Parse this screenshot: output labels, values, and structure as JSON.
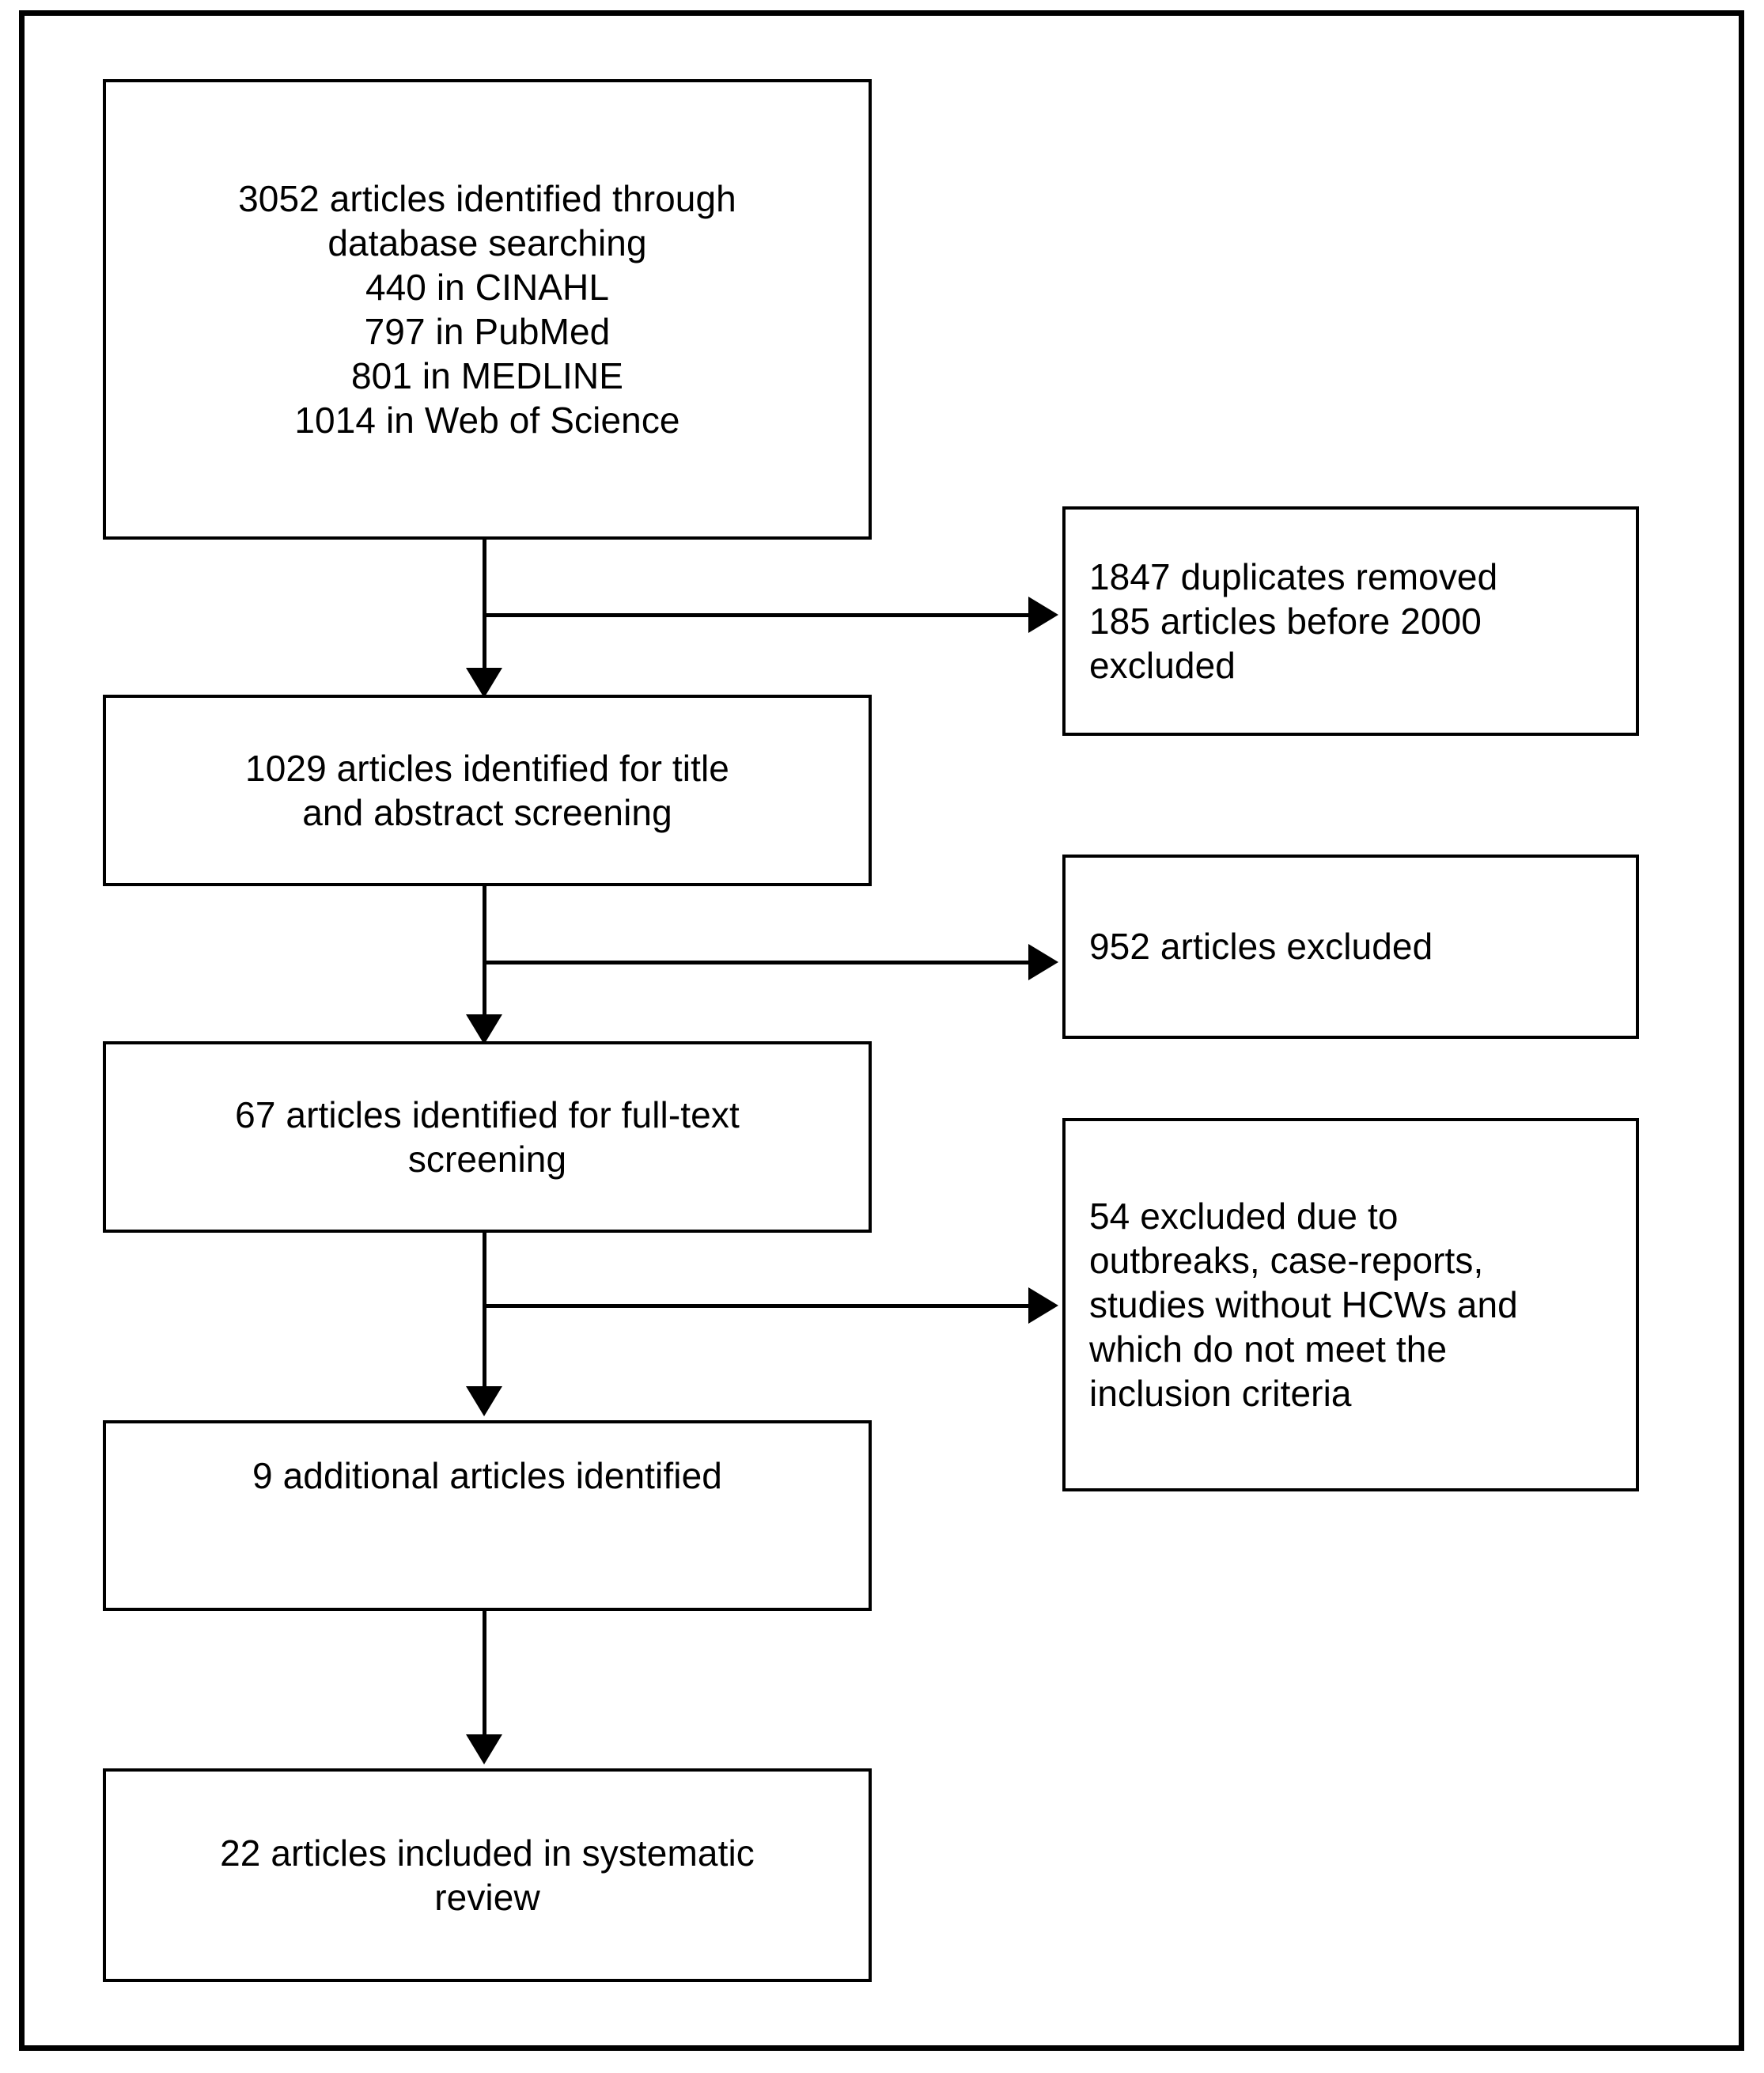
{
  "diagram": {
    "type": "prisma-flow-diagram",
    "title": "",
    "stroke_color": "#000000",
    "background_color": "#ffffff",
    "nodes": [
      {
        "id": "identified",
        "name": "articles-identified-box",
        "align": "center",
        "text": "3052 articles identified through\ndatabase searching\n440 in CINAHL\n797 in PubMed\n801 in MEDLINE\n1014 in Web of Science",
        "count": 3052,
        "sources": [
          {
            "database": "CINAHL",
            "count": 440
          },
          {
            "database": "PubMed",
            "count": 797
          },
          {
            "database": "MEDLINE",
            "count": 801
          },
          {
            "database": "Web of Science",
            "count": 1014
          }
        ]
      },
      {
        "id": "title_abstract",
        "name": "title-abstract-screening-box",
        "align": "center",
        "text": "1029 articles identified for title\nand abstract screening",
        "count": 1029
      },
      {
        "id": "full_text",
        "name": "full-text-screening-box",
        "align": "center",
        "text": "67 articles identified for full-text\nscreening",
        "count": 67
      },
      {
        "id": "additional",
        "name": "additional-articles-box",
        "align": "center",
        "text": "9 additional articles identified",
        "count": 9
      },
      {
        "id": "included",
        "name": "included-articles-box",
        "align": "center",
        "text": "22 articles included in systematic\nreview",
        "count": 22
      }
    ],
    "exclusions": [
      {
        "id": "duplicates",
        "name": "duplicates-removed-box",
        "align": "left",
        "text": "1847 duplicates removed\n185 articles before 2000\nexcluded",
        "duplicates_removed": 1847,
        "before_2000_excluded": 185
      },
      {
        "id": "excluded_952",
        "name": "excluded-952-box",
        "align": "left",
        "text": "952 articles excluded",
        "count": 952
      },
      {
        "id": "excluded_54",
        "name": "excluded-54-box",
        "align": "left",
        "text": "54 excluded due to\noutbreaks, case-reports,\nstudies without HCWs and\nwhich do not meet the\ninclusion criteria",
        "count": 54,
        "reasons": [
          "outbreaks",
          "case-reports",
          "studies without HCWs",
          "which do not meet the inclusion criteria"
        ]
      }
    ],
    "connectors": [
      {
        "id": "c1",
        "from": "identified",
        "to": "title_abstract",
        "branch_to": "duplicates"
      },
      {
        "id": "c2",
        "from": "title_abstract",
        "to": "full_text",
        "branch_to": "excluded_952"
      },
      {
        "id": "c3",
        "from": "full_text",
        "to": "additional",
        "branch_to": "excluded_54"
      },
      {
        "id": "c4",
        "from": "additional",
        "to": "included",
        "branch_to": null
      }
    ]
  }
}
